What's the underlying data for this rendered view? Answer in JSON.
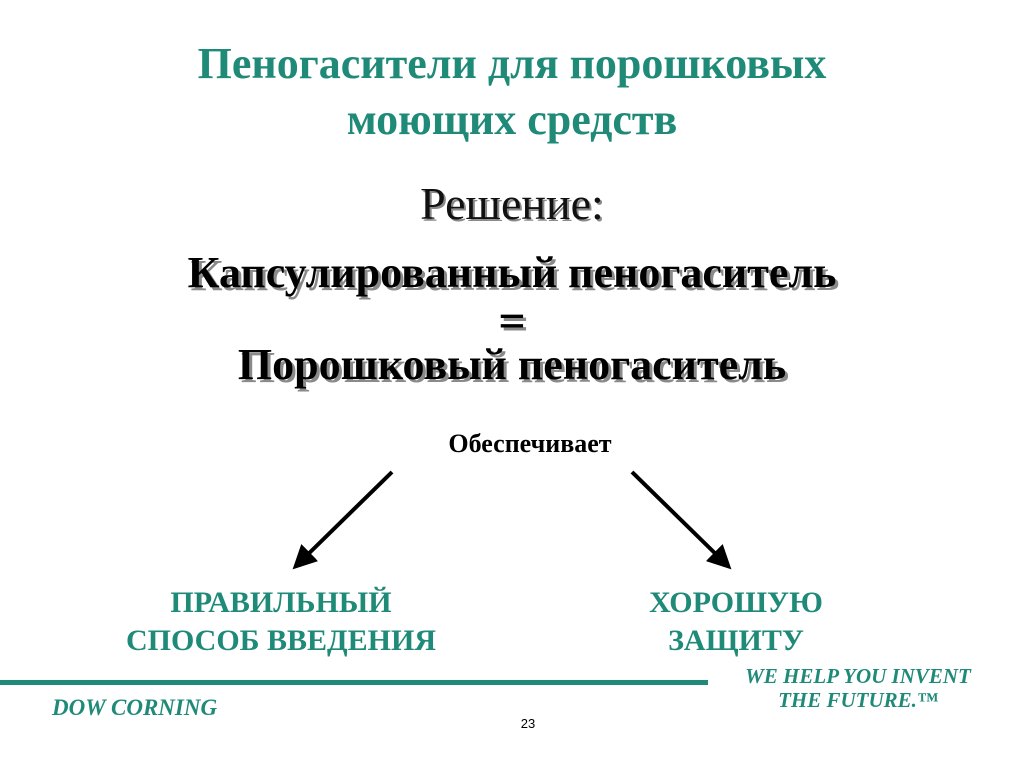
{
  "title": {
    "line1": "Пеногасители для порошковых",
    "line2": "моющих средств"
  },
  "subtitle": "Решение:",
  "statement": {
    "line1": "Капсулированный пеногаситель",
    "equals": "=",
    "line2": "Порошковый пеногаситель"
  },
  "provides": "Обеспечивает",
  "outcomes": {
    "left": {
      "line1": "ПРАВИЛЬНЫЙ",
      "line2": "СПОСОБ ВВЕДЕНИЯ"
    },
    "right": {
      "line1": "ХОРОШУЮ",
      "line2": "ЗАЩИТУ"
    }
  },
  "footer": {
    "brand": "DOW CORNING",
    "tagline_line1": "WE HELP YOU INVENT",
    "tagline_line2": "THE FUTURE.™",
    "page_number": "23"
  },
  "colors": {
    "accent": "#1f8a78",
    "text": "#000000"
  }
}
